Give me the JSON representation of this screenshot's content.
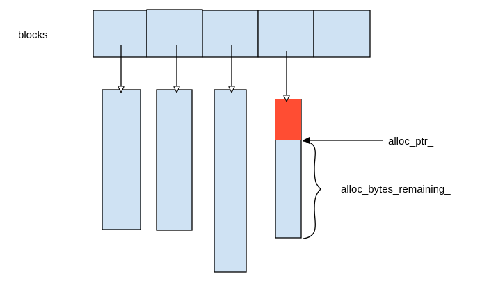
{
  "labels": {
    "blocks": "blocks_",
    "alloc_ptr": "alloc_ptr_",
    "alloc_bytes_remaining": "alloc_bytes_remaining_"
  },
  "colors": {
    "block_fill": "#cfe2f3",
    "allocated_fill": "#ff4d33",
    "stroke": "#000000",
    "background": "#ffffff"
  }
}
